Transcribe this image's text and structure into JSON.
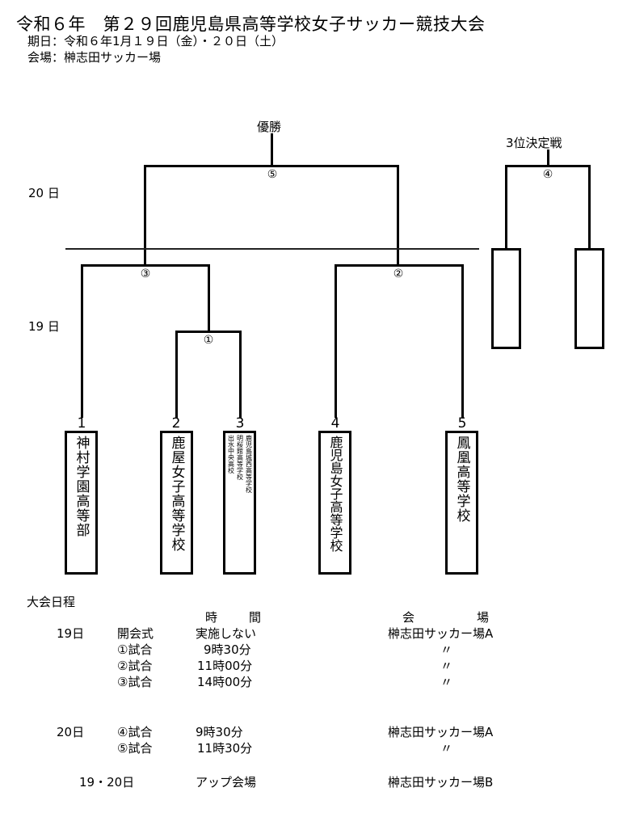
{
  "header": {
    "title": "令和６年　第２９回鹿児島県高等学校女子サッカー競技大会",
    "dates": "期日：令和６年1月１９日（金）・２０日（土）",
    "venue": "会場：榊志田サッカー場"
  },
  "bracket": {
    "champion_label": "優勝",
    "third_place_label": "3位決定戦",
    "day_labels": [
      "20 日",
      "19 日"
    ],
    "matches": {
      "m1": "①",
      "m2": "②",
      "m3": "③",
      "m4": "④",
      "m5": "⑤"
    },
    "teams": [
      {
        "seed": "1",
        "name": "神村学園高等部"
      },
      {
        "seed": "2",
        "name": "鹿屋女子高等学校"
      },
      {
        "seed": "3",
        "names": [
          "鹿児島城西高等学校",
          "明桜館高等学校",
          "出水中央高校"
        ]
      },
      {
        "seed": "4",
        "name": "鹿児島女子高等学校"
      },
      {
        "seed": "5",
        "name": "鳳凰高等学校"
      }
    ]
  },
  "schedule": {
    "heading": "大会日程",
    "col_time": [
      "時",
      "間"
    ],
    "col_venue": [
      "会",
      "場"
    ],
    "rows": [
      {
        "day": "19日",
        "event": "開会式",
        "time": "実施しない",
        "venue": "榊志田サッカー場A"
      },
      {
        "day": "",
        "event": "①試合",
        "time": "9時30分",
        "venue": "〃"
      },
      {
        "day": "",
        "event": "②試合",
        "time": "11時00分",
        "venue": "〃"
      },
      {
        "day": "",
        "event": "③試合",
        "time": "14時00分",
        "venue": "〃"
      },
      {
        "day": "20日",
        "event": "④試合",
        "time": "9時30分",
        "venue": "榊志田サッカー場A"
      },
      {
        "day": "",
        "event": "⑤試合",
        "time": "11時30分",
        "venue": "〃"
      },
      {
        "day": "19・20日",
        "event": "",
        "time": "アップ会場",
        "venue": "榊志田サッカー場B"
      }
    ]
  }
}
